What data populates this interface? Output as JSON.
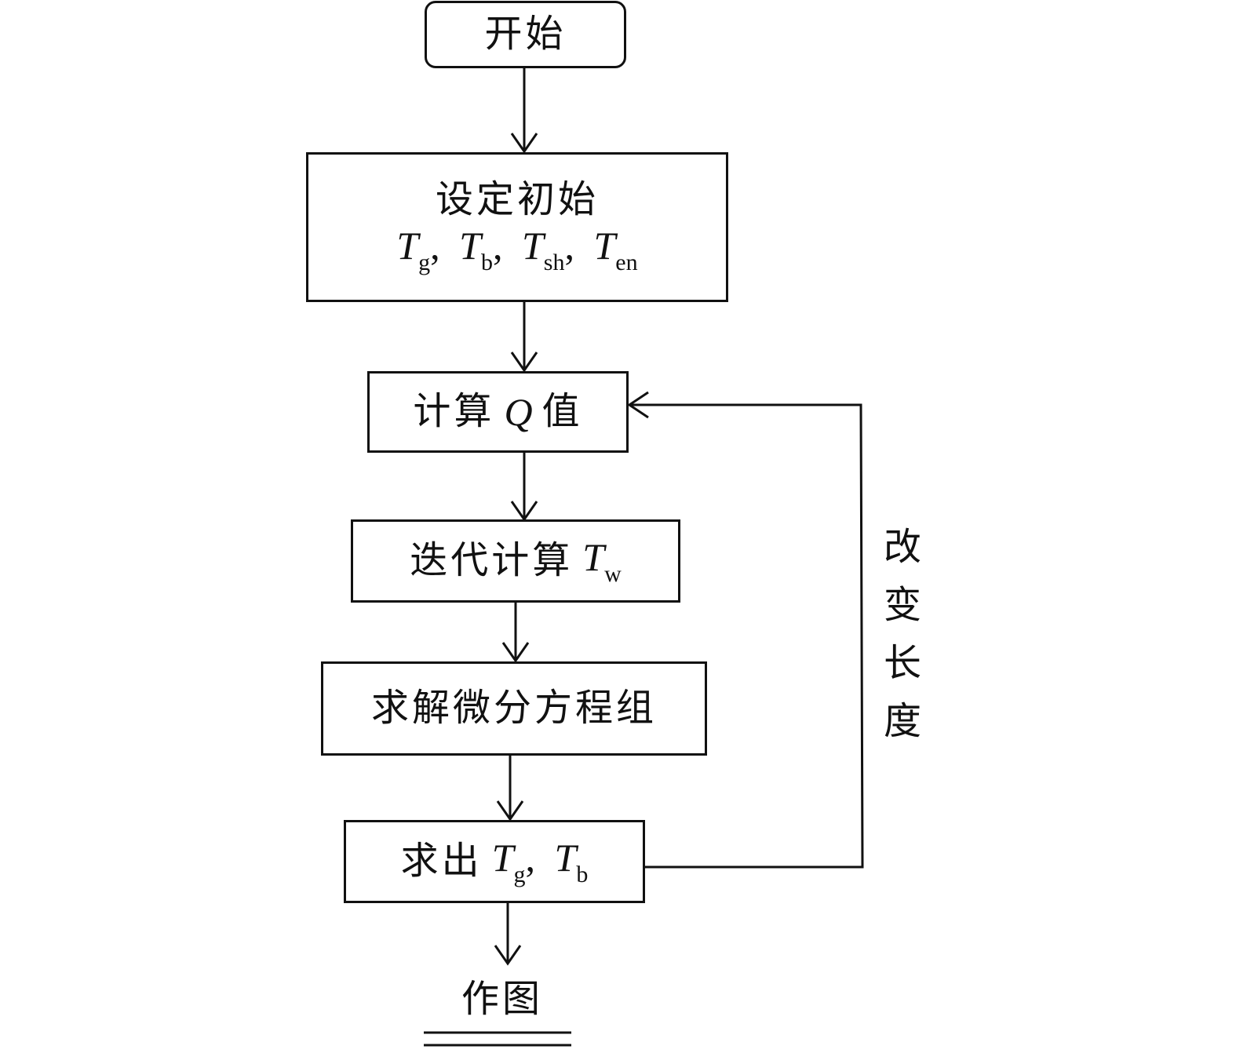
{
  "nodes": {
    "start": {
      "label": "开始"
    },
    "init": {
      "label": "设定初始",
      "vars": [
        {
          "sym": "T",
          "sub": "g",
          "sep": ","
        },
        {
          "sym": "T",
          "sub": "b",
          "sep": ","
        },
        {
          "sym": "T",
          "sub": "sh",
          "sep": ","
        },
        {
          "sym": "T",
          "sub": "en",
          "sep": ""
        }
      ]
    },
    "calc_q": {
      "pre": "计算",
      "sym": "Q",
      "post": "值"
    },
    "iterate": {
      "pre": "迭代计算",
      "sym": "T",
      "sub": "w"
    },
    "solve": {
      "label": "求解微分方程组"
    },
    "result": {
      "pre": "求出",
      "vars": [
        {
          "sym": "T",
          "sub": "g",
          "sep": ","
        },
        {
          "sym": "T",
          "sub": "b",
          "sep": ""
        }
      ]
    },
    "end": {
      "label": "作图"
    }
  },
  "loop_label": [
    "改",
    "变",
    "长",
    "度"
  ]
}
